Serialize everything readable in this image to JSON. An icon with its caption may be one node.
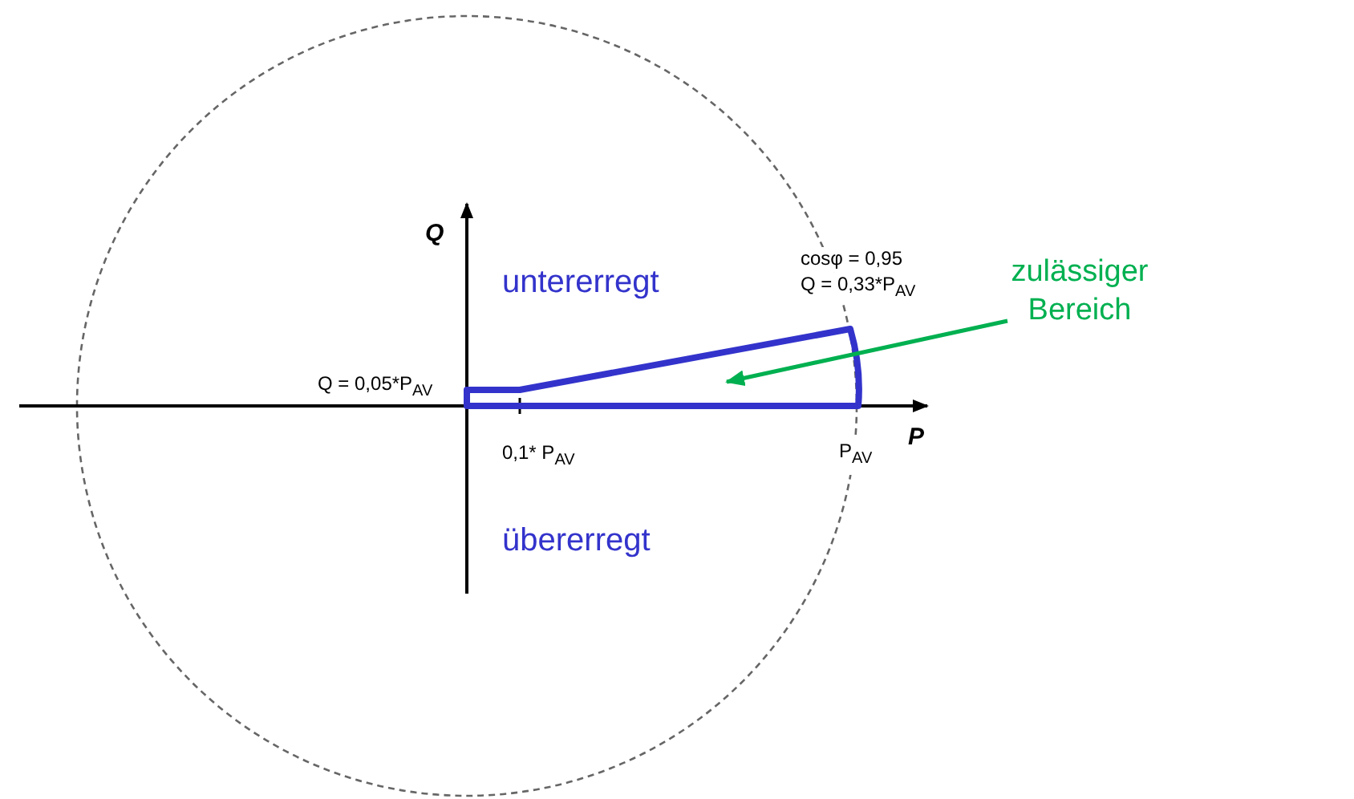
{
  "diagram": {
    "nodes": [
      {
        "text": [
          "zulässiger Bereich"
        ]
      },
      {
        "text": [],
        "shape": "box"
      }
    ],
    "edges": [
      {
        "from": 0,
        "to": 1,
        "arrow": "to",
        "color": "#00b050"
      }
    ],
    "labels": [
      "Q",
      "untererregt",
      "cosφ = 0,95",
      "Q = 0,33*P$_{AV}$",
      "Q = 0,05*P$_{AV}$",
      "P",
      "0,1* P$_{AV}$",
      "P$_{AV}$",
      "übererregt"
    ]
  }
}
